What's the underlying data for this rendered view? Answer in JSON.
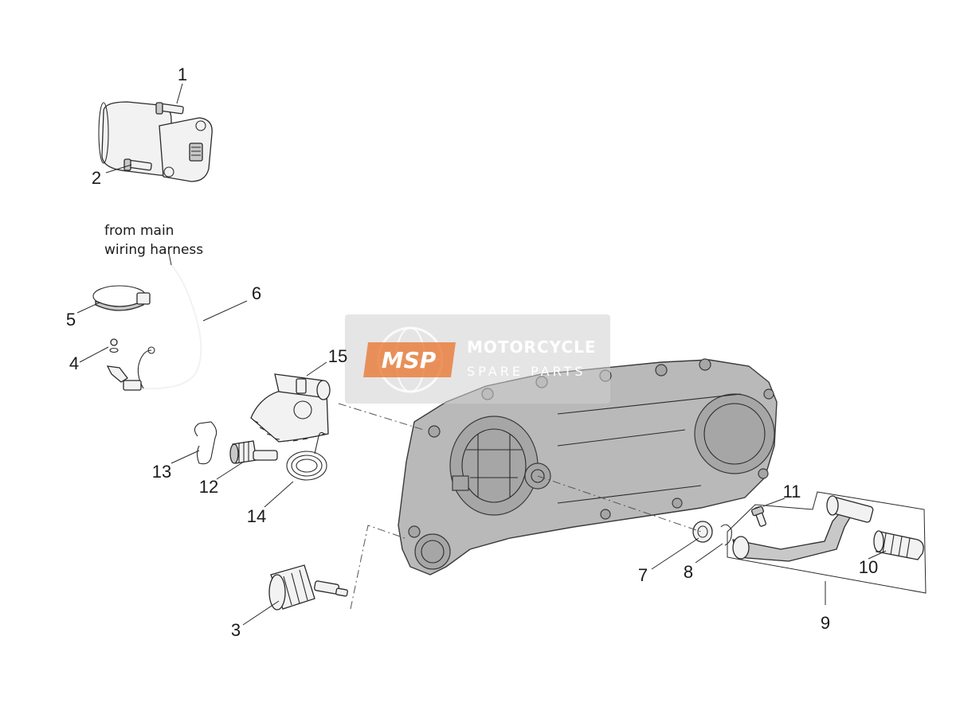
{
  "callouts": [
    {
      "id": "1",
      "text": "1"
    },
    {
      "id": "2",
      "text": "2"
    },
    {
      "id": "3",
      "text": "3"
    },
    {
      "id": "4",
      "text": "4"
    },
    {
      "id": "5",
      "text": "5"
    },
    {
      "id": "6",
      "text": "6"
    },
    {
      "id": "7",
      "text": "7"
    },
    {
      "id": "8",
      "text": "8"
    },
    {
      "id": "9",
      "text": "9"
    },
    {
      "id": "10",
      "text": "10"
    },
    {
      "id": "11",
      "text": "11"
    },
    {
      "id": "12",
      "text": "12"
    },
    {
      "id": "13",
      "text": "13"
    },
    {
      "id": "14",
      "text": "14"
    },
    {
      "id": "15",
      "text": "15"
    }
  ],
  "note": {
    "line1": "from main",
    "line2": "wiring harness"
  },
  "watermark": {
    "badge": "MSP",
    "title": "MOTORCYCLE",
    "subtitle": "SPARE PARTS",
    "badge_color": "#e8722a"
  }
}
